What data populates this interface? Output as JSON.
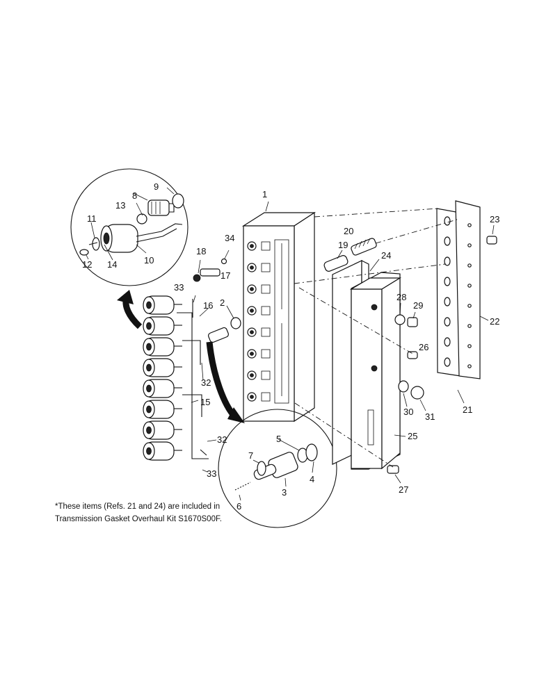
{
  "callouts": {
    "c1": "1",
    "c2": "2",
    "c3": "3",
    "c4": "4",
    "c5": "5",
    "c6": "6",
    "c7": "7",
    "c8": "8",
    "c9": "9",
    "c10": "10",
    "c11": "11",
    "c12": "12",
    "c13": "13",
    "c14": "14",
    "c15": "15",
    "c16": "16",
    "c17": "17",
    "c18": "18",
    "c19": "19",
    "c20": "20",
    "c21": "21",
    "c22": "22",
    "c23": "23",
    "c24": "24",
    "c25": "25",
    "c26": "26",
    "c27": "27",
    "c28": "28",
    "c29": "29",
    "c30": "30",
    "c31": "31",
    "c32a": "32",
    "c32b": "32",
    "c33a": "33",
    "c33b": "33",
    "c34": "34"
  },
  "footnote": {
    "line1": "*These items (Refs. 21 and 24) are included in",
    "line2": "Transmission Gasket Overhaul Kit S1670S00F."
  }
}
